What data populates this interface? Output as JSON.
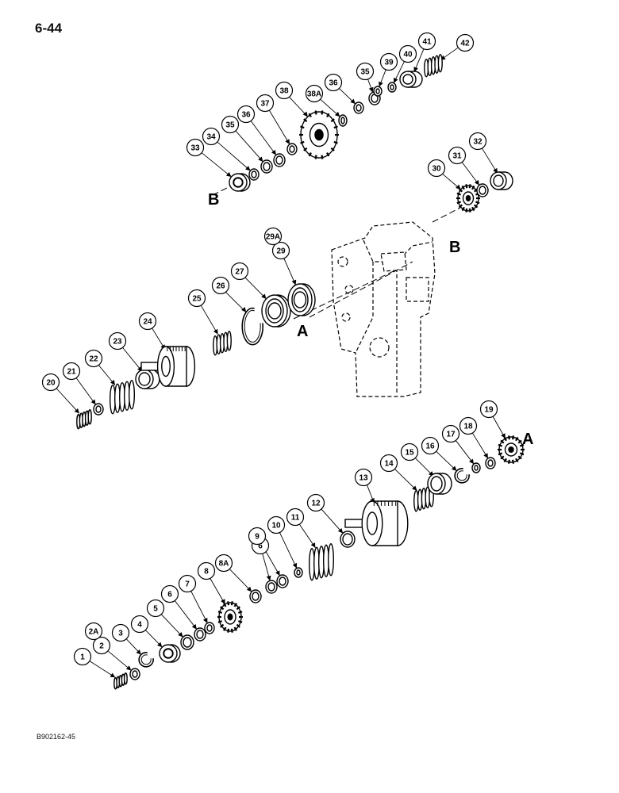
{
  "page_number": "6-44",
  "drawing_code": "B902162-45",
  "reference_letters": [
    "A",
    "B"
  ],
  "callouts": [
    "1",
    "2",
    "2A",
    "3",
    "4",
    "5",
    "6",
    "6",
    "7",
    "8",
    "8A",
    "9",
    "10",
    "11",
    "12",
    "13",
    "14",
    "15",
    "16",
    "17",
    "18",
    "19",
    "20",
    "21",
    "22",
    "23",
    "24",
    "25",
    "26",
    "27",
    "29",
    "29A",
    "30",
    "31",
    "32",
    "33",
    "34",
    "35",
    "35",
    "36",
    "36",
    "37",
    "38",
    "38A",
    "39",
    "40",
    "41",
    "42"
  ]
}
